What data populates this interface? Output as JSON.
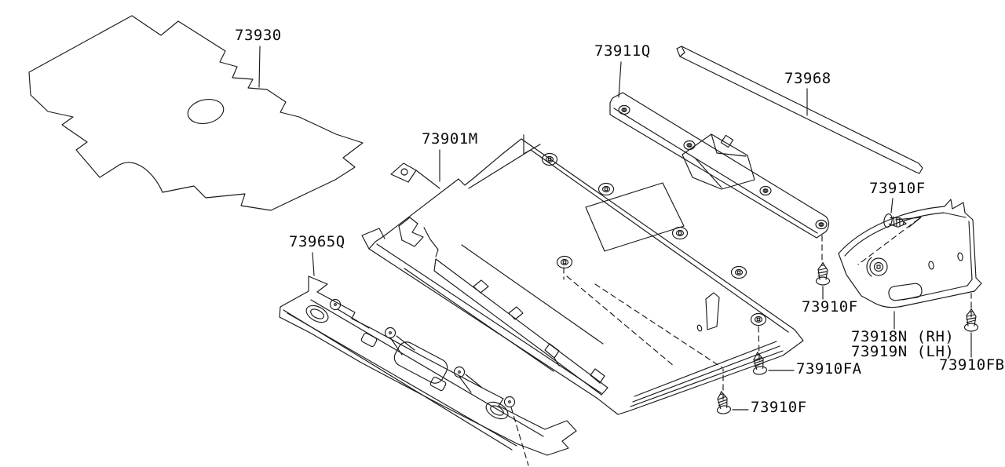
{
  "diagram": {
    "type": "parts-diagram",
    "background_color": "#ffffff",
    "line_color": "#1a1a1a",
    "labels": [
      {
        "part": "73930",
        "text": "73930"
      },
      {
        "part": "73901M",
        "text": "73901M"
      },
      {
        "part": "73911Q",
        "text": "73911Q"
      },
      {
        "part": "73968",
        "text": "73968"
      },
      {
        "part": "73965Q",
        "text": "73965Q"
      },
      {
        "part": "73910F-top",
        "text": "73910F"
      },
      {
        "part": "73910F-left",
        "text": "73910F"
      },
      {
        "part": "73918N-RH",
        "text": "73918N (RH)"
      },
      {
        "part": "73919N-LH",
        "text": "73919N (LH)"
      },
      {
        "part": "73910FB",
        "text": "73910FB"
      },
      {
        "part": "73910FA",
        "text": "73910FA"
      },
      {
        "part": "73910F-bottom",
        "text": "73910F"
      }
    ]
  }
}
